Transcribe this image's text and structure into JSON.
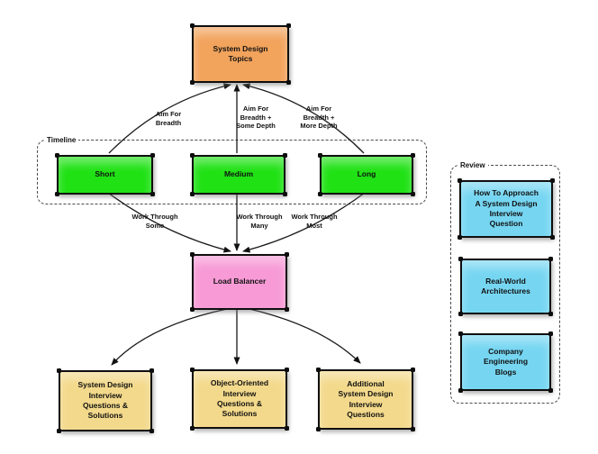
{
  "nodes": {
    "topics": {
      "label": "System Design\nTopics"
    },
    "short": {
      "label": "Short"
    },
    "medium": {
      "label": "Medium"
    },
    "long": {
      "label": "Long"
    },
    "load_balancer": {
      "label": "Load Balancer"
    },
    "sd_questions": {
      "label": "System Design\nInterview\nQuestions &\nSolutions"
    },
    "oo_questions": {
      "label": "Object-Oriented\nInterview\nQuestions &\nSolutions"
    },
    "additional_questions": {
      "label": "Additional\nSystem Design\nInterview\nQuestions"
    },
    "how_to_approach": {
      "label": "How To Approach\nA System Design\nInterview\nQuestion"
    },
    "real_world": {
      "label": "Real-World\nArchitectures"
    },
    "company_blogs": {
      "label": "Company\nEngineering\nBlogs"
    }
  },
  "groups": {
    "timeline": {
      "label": "Timeline"
    },
    "review": {
      "label": "Review"
    }
  },
  "edges": [
    {
      "from": "Short",
      "to": "System Design Topics",
      "label": "Aim For\nBreadth"
    },
    {
      "from": "Medium",
      "to": "System Design Topics",
      "label": "Aim For\nBreadth +\nSome Depth"
    },
    {
      "from": "Long",
      "to": "System Design Topics",
      "label": "Aim For\nBreadth +\nMore Depth"
    },
    {
      "from": "Short",
      "to": "Load Balancer",
      "label": "Work Through\nSome"
    },
    {
      "from": "Medium",
      "to": "Load Balancer",
      "label": "Work Through\nMany"
    },
    {
      "from": "Long",
      "to": "Load Balancer",
      "label": "Work Through\nMost"
    },
    {
      "from": "Load Balancer",
      "to": "System Design Interview Questions & Solutions",
      "label": ""
    },
    {
      "from": "Load Balancer",
      "to": "Object-Oriented Interview Questions & Solutions",
      "label": ""
    },
    {
      "from": "Load Balancer",
      "to": "Additional System Design Interview Questions",
      "label": ""
    }
  ],
  "colors": {
    "topics": "#F2A35C",
    "timeline_green": "#1FE114",
    "balancer_pink": "#F79AD6",
    "questions_tan": "#F3D98B",
    "review_blue": "#76D6F2",
    "stroke": "#111111"
  }
}
